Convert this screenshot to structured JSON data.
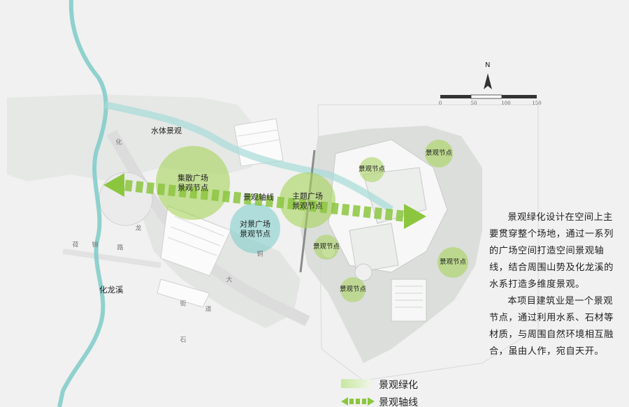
{
  "labels": {
    "water_landscape": "水体景观",
    "axis": "景观轴线",
    "river": "化龙溪",
    "plaza_main": [
      "主题广场",
      "景观节点"
    ],
    "plaza_disperse": [
      "集散广场",
      "景观节点"
    ],
    "plaza_opposite": [
      "对景广场",
      "景观节点"
    ],
    "node": "景观节点"
  },
  "road_chars": [
    "化",
    "龙",
    "荷",
    "锦",
    "路",
    "大",
    "街",
    "道",
    "石",
    "铜"
  ],
  "compass": "N",
  "scale": [
    "0",
    "50",
    "100",
    "150"
  ],
  "description": [
    "景观绿化设计在空间上主要贯穿整个场地，通过一系列的广场空间打造空间景观轴线，结合周围山势及化龙溪的水系打造多维度景观。",
    "本项目建筑业是一个景观节点，通过利用水系、石材等材质，与周围自然环境相互融合，虽由人作，宛自天开。"
  ],
  "legend": {
    "green": "景观绿化",
    "axis": "景观轴线"
  },
  "colors": {
    "green_node": "#a6d45a",
    "axis_green": "#8cc63f",
    "river": "#7ecbc8",
    "teal_node": "#6ec9c5"
  }
}
